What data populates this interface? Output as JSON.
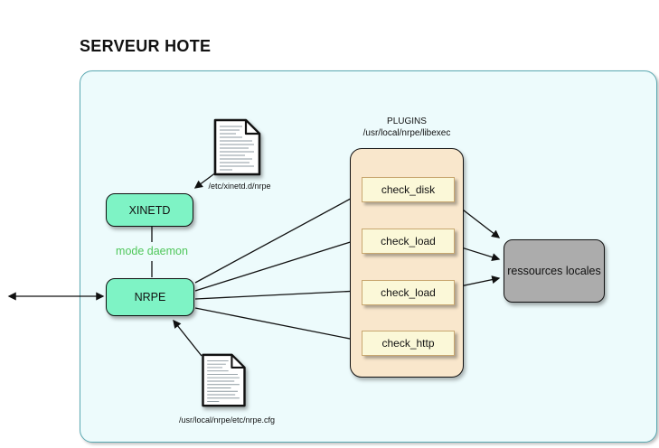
{
  "title": "SERVEUR HOTE",
  "xinetd": {
    "label": "XINETD",
    "config_file": "/etc/xinetd.d/nrpe"
  },
  "nrpe": {
    "label": "NRPE",
    "mode": "mode daemon",
    "config_file": "/usr/local/nrpe/etc/nrpe.cfg"
  },
  "plugins": {
    "title": "PLUGINS",
    "path": "/usr/local/nrpe/libexec",
    "items": [
      "check_disk",
      "check_load",
      "check_load",
      "check_http"
    ]
  },
  "resources": {
    "label": "ressources locales"
  },
  "colors": {
    "service_box": "#7ef3c5",
    "container_bg": "#edfbfc",
    "container_border": "#5aa9b2",
    "plugins_bg": "#f9e7cc",
    "plugin_box_bg": "#fbf8d8",
    "plugin_box_border": "#c8a76f",
    "resources_bg": "#acacac",
    "mode_text": "#4fc75a"
  }
}
